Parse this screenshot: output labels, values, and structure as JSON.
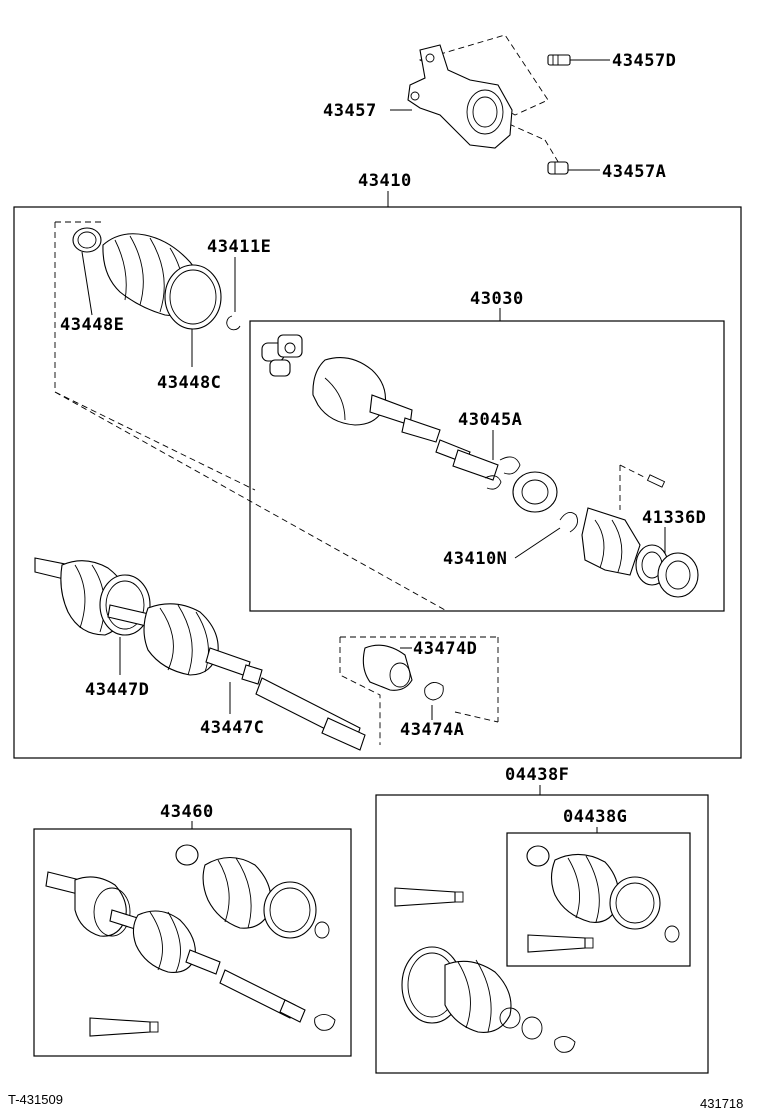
{
  "labels": {
    "p43457D": "43457D",
    "p43457": "43457",
    "p43457A": "43457A",
    "p43410": "43410",
    "p43411E": "43411E",
    "p43448E": "43448E",
    "p43448C": "43448C",
    "p43030": "43030",
    "p43045A": "43045A",
    "p41336D": "41336D",
    "p43410N": "43410N",
    "p43474D": "43474D",
    "p43447D": "43447D",
    "p43447C": "43447C",
    "p43474A": "43474A",
    "p04438F": "04438F",
    "p43460": "43460",
    "p04438G": "04438G"
  },
  "footer": {
    "left_code": "T-431509",
    "right_code": "431718"
  }
}
